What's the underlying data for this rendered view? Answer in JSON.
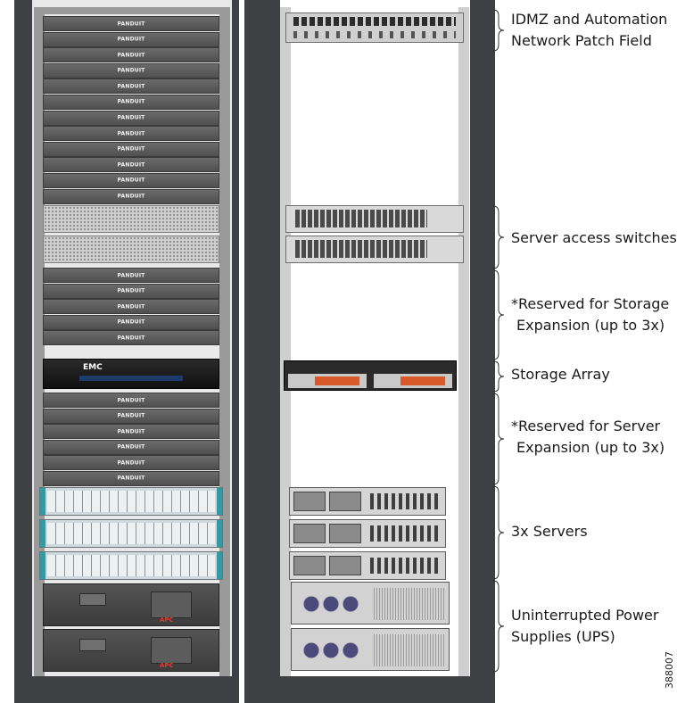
{
  "front_rack": {
    "blank_panel_brand": "PANDUIT",
    "storage_brand": "EMC",
    "ups_brand": "APC"
  },
  "labels": {
    "patch_field": [
      "IDMZ and Automation",
      "Network Patch Field"
    ],
    "server_access_switches": "Server access switches",
    "reserved_storage": [
      "*Reserved for Storage",
      "Expansion (up to 3x)"
    ],
    "storage_array": "Storage Array",
    "reserved_server": [
      "*Reserved for Server",
      "Expansion (up to 3x)"
    ],
    "servers": "3x Servers",
    "ups": [
      "Uninterrupted Power",
      "Supplies (UPS)"
    ]
  },
  "figure_number": "388007"
}
